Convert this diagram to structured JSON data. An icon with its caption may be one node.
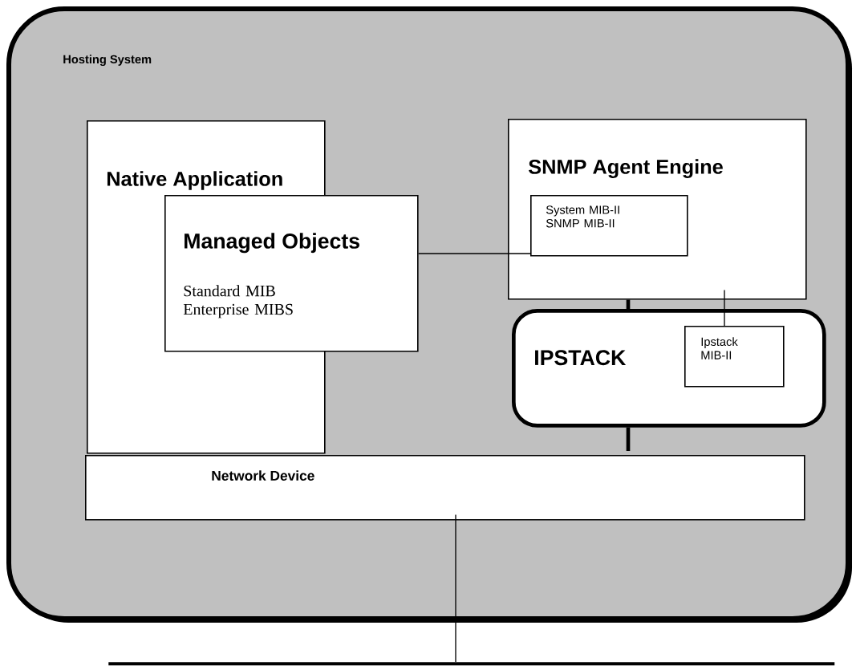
{
  "diagram": {
    "nodes": [
      {
        "text": [
          "Hosting System"
        ]
      },
      {
        "text": [
          "Native Application"
        ],
        "in": 0
      },
      {
        "text": [
          "Managed Objects",
          "Standard MIB Enterprise MIBS"
        ],
        "in": 0
      },
      {
        "text": [
          "SNMP Agent Engine"
        ],
        "in": 0
      },
      {
        "text": [
          "System MIB-II SNMP MIB-II"
        ],
        "in": 3
      },
      {
        "text": [
          "IPSTACK"
        ],
        "in": 0
      },
      {
        "text": [
          "Ipstack MIB-II"
        ],
        "in": 5
      },
      {
        "text": [
          "Network Device"
        ],
        "in": 0
      },
      {
        "text": [],
        "shape": "bar"
      }
    ],
    "edges": [
      {
        "from": 2,
        "to": 4,
        "arrow": "none"
      },
      {
        "from": 3,
        "to": 5,
        "arrow": "none",
        "style": "thick"
      },
      {
        "from": 3,
        "to": 6,
        "arrow": "none"
      },
      {
        "from": 5,
        "to": 7,
        "arrow": "none",
        "style": "thick"
      },
      {
        "from": 7,
        "to": 8,
        "arrow": "none"
      }
    ]
  }
}
